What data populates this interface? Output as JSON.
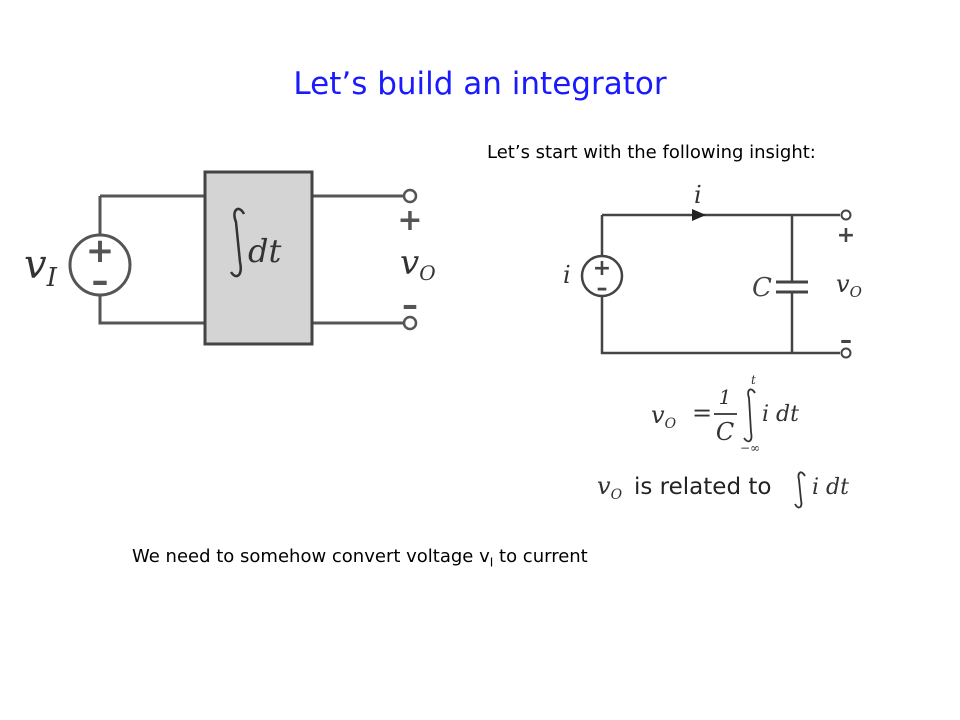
{
  "title": "Let’s build an integrator",
  "insight_text": "Let’s start with the following insight:",
  "bottom_text": "We need to somehow convert voltage v",
  "bottom_text_sub": "I",
  "bottom_text_end": " to current",
  "left_circuit": {
    "input_label": "v",
    "input_label_sub": "I",
    "source_plus": "+",
    "source_minus": "–",
    "block_label": "dt",
    "out_plus": "+",
    "out_label": "v",
    "out_label_sub": "O",
    "out_minus": "–"
  },
  "right_circuit": {
    "current_label": "i",
    "source_label": "i",
    "source_plus": "+",
    "source_minus": "–",
    "capacitor_label": "C",
    "out_plus": "+",
    "out_label": "v",
    "out_label_sub": "O",
    "out_minus": "–"
  },
  "equation": {
    "lhs": "v",
    "lhs_sub": "O",
    "equals": "=",
    "numerator": "1",
    "denominator": "C",
    "upper_limit": "t",
    "lower_limit": "−∞",
    "integrand": "i dt"
  },
  "relation": {
    "lhs": "v",
    "lhs_sub": "O",
    "text": "is related to",
    "integrand": "i dt"
  }
}
